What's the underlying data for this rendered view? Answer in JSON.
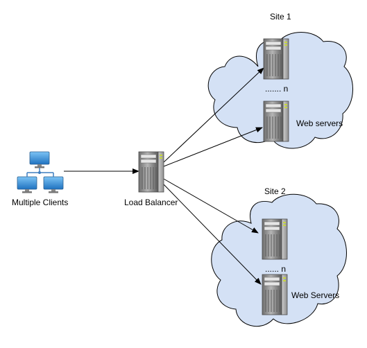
{
  "labels": {
    "site1": "Site 1",
    "site2": "Site 2",
    "clients": "Multiple Clients",
    "load_balancer": "Load Balancer",
    "site1_n": "....... n",
    "site1_servers": "Web servers",
    "site2_n": "...... n",
    "site2_servers": "Web Servers"
  },
  "colors": {
    "cloud_fill": "#d4e1f5",
    "cloud_stroke": "#000000",
    "arrow": "#000000",
    "server_body": "#8a8a8a",
    "server_dark": "#5a5a5a",
    "monitor_blue": "#2f8fd8"
  },
  "icons": {
    "clients": "network-computers-icon",
    "load_balancer": "server-tower-icon",
    "web_server": "server-tower-icon"
  }
}
